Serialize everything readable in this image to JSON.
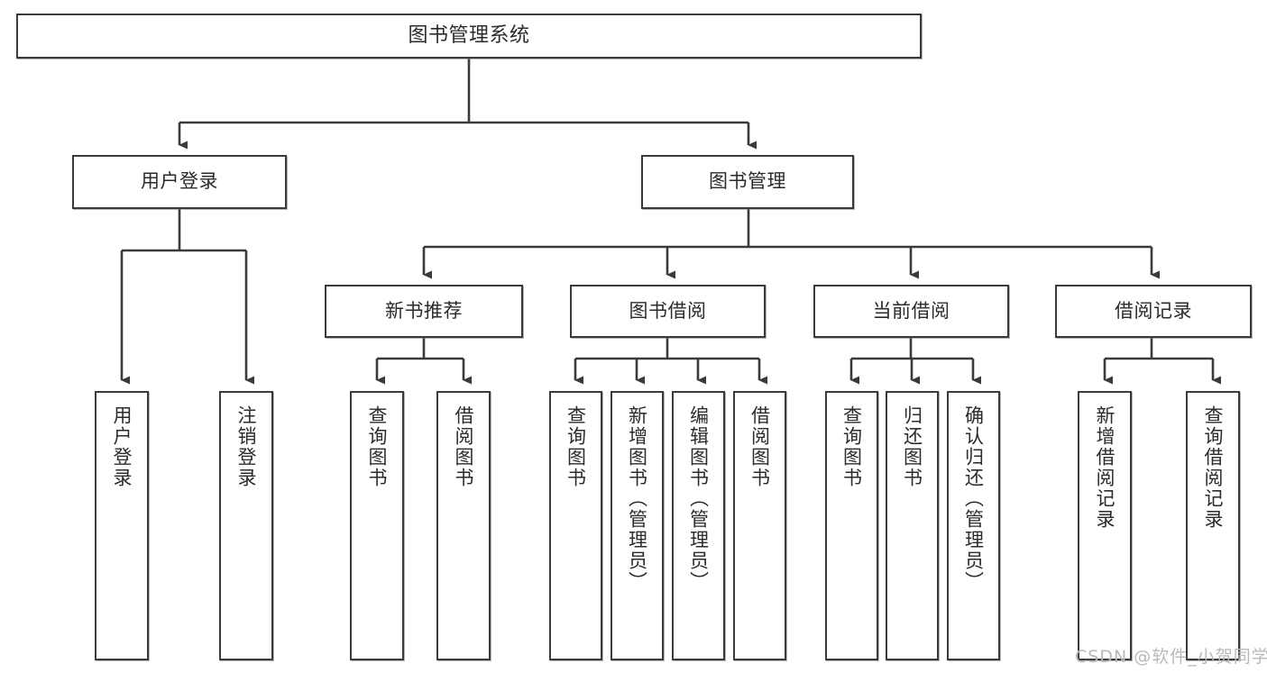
{
  "diagram": {
    "title": "图书管理系统",
    "type": "tree-hierarchy",
    "orientation": "top-down",
    "colors": {
      "node_border": "#3a3a3a",
      "node_fill": "#ffffff",
      "edge": "#3a3a3a",
      "text": "#2b2b2b",
      "watermark": "#b9b9b9"
    }
  },
  "nodes": {
    "root": {
      "label": "图书管理系统"
    },
    "level1": [
      {
        "label": "用户登录"
      },
      {
        "label": "图书管理"
      }
    ],
    "level2": [
      {
        "label": "新书推荐"
      },
      {
        "label": "图书借阅"
      },
      {
        "label": "当前借阅"
      },
      {
        "label": "借阅记录"
      }
    ],
    "leaves_user_login": [
      {
        "label": "用户登录"
      },
      {
        "label": "注销登录"
      }
    ],
    "leaves_new_book": [
      {
        "label": "查询图书"
      },
      {
        "label": "借阅图书"
      }
    ],
    "leaves_borrow": [
      {
        "label": "查询图书"
      },
      {
        "label": "新增图书（管理员）"
      },
      {
        "label": "编辑图书（管理员）"
      },
      {
        "label": "借阅图书"
      }
    ],
    "leaves_current": [
      {
        "label": "查询图书"
      },
      {
        "label": "归还图书"
      },
      {
        "label": "确认归还（管理员）"
      }
    ],
    "leaves_records": [
      {
        "label": "新增借阅记录"
      },
      {
        "label": "查询借阅记录"
      }
    ]
  },
  "watermark": {
    "text": "CSDN @软件_小贺同学"
  }
}
